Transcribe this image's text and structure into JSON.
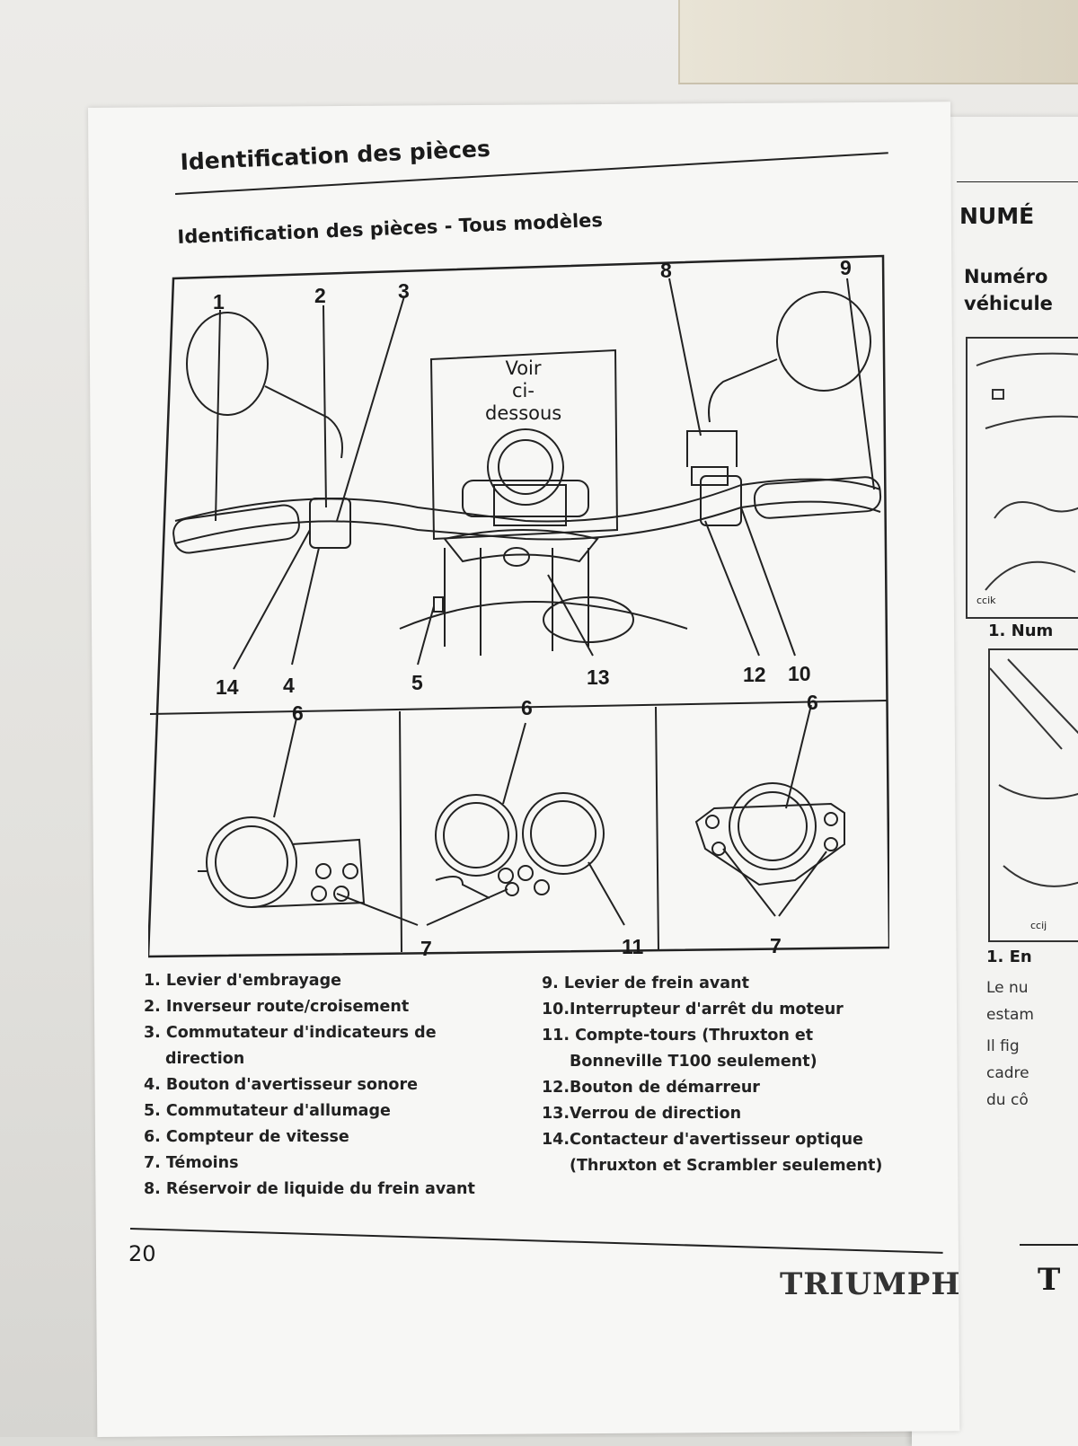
{
  "page_left": {
    "title": "Identification des pièces",
    "subtitle": "Identification des pièces - Tous modèles",
    "note": "Voir ci-dessous",
    "note_line1": "Voir",
    "note_line2": "ci-dessous",
    "callouts": {
      "c1": "1",
      "c2": "2",
      "c3": "3",
      "c8": "8",
      "c9": "9",
      "c14": "14",
      "c4": "4",
      "c5": "5",
      "c13": "13",
      "c12": "12",
      "c10": "10",
      "c6a": "6",
      "c6b": "6",
      "c6c": "6",
      "c7a": "7",
      "c11": "11",
      "c7b": "7"
    },
    "legend_left": [
      "1. Levier d'embrayage",
      "2. Inverseur route/croisement",
      "3. Commutateur d'indicateurs de",
      "direction",
      "4. Bouton d'avertisseur sonore",
      "5. Commutateur d'allumage",
      "6. Compteur de vitesse",
      "7. Témoins",
      "8. Réservoir de liquide du frein avant"
    ],
    "legend_right": [
      "9. Levier de frein avant",
      "10.Interrupteur d'arrêt du moteur",
      "11. Compte-tours (Thruxton et",
      "Bonneville T100 seulement)",
      "12.Bouton de démarreur",
      "13.Verrou de direction",
      "14.Contacteur d'avertisseur optique",
      "(Thruxton et Scrambler seulement)"
    ],
    "page_number": "20",
    "logo": "TRIUMPH"
  },
  "page_right": {
    "title": "NUMÉ",
    "subtitle_line1": "Numéro",
    "subtitle_line2": "véhicule",
    "fig1_code": "ccik",
    "fig1_caption": "1. Num",
    "fig2_code": "ccij",
    "fig2_caption": "1. En",
    "text": [
      "Le nu",
      "estam",
      "Il fig",
      "cadre",
      "du cô"
    ]
  }
}
